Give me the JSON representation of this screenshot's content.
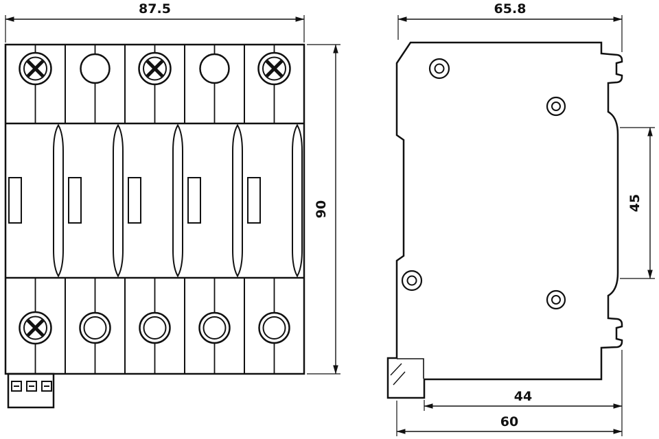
{
  "drawing": {
    "front_view": {
      "width": "87.5",
      "height": "90"
    },
    "side_view": {
      "width": "65.8",
      "face_height": "45",
      "depth_inner": "44",
      "depth_total": "60"
    }
  },
  "colors": {
    "line": "#111111",
    "background": "#ffffff"
  }
}
